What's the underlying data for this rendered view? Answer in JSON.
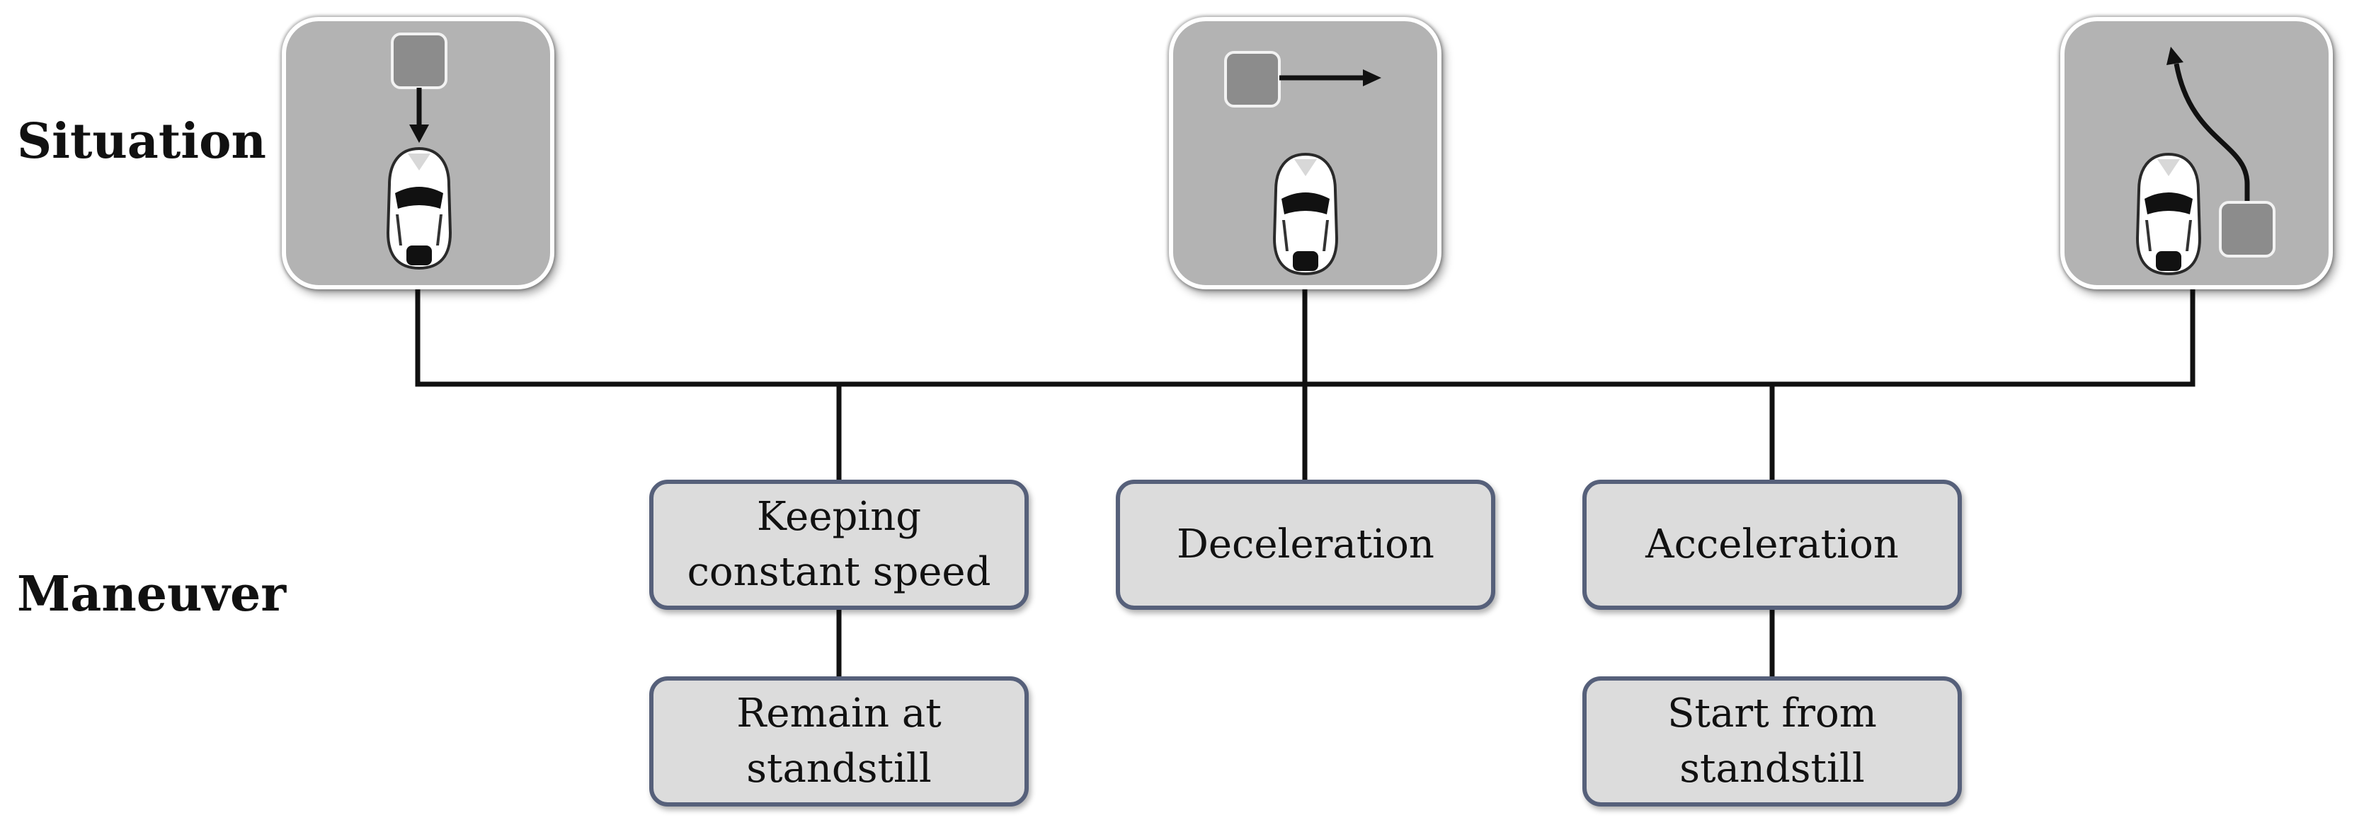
{
  "rows": {
    "situation": "Situation",
    "maneuver": "Maneuver"
  },
  "situations": [
    {
      "name": "obstacle-ahead-approaching"
    },
    {
      "name": "obstacle-crossing"
    },
    {
      "name": "obstacle-turning-away"
    }
  ],
  "maneuvers": {
    "keeping_line1": "Keeping",
    "keeping_line2": "constant speed",
    "deceleration": "Deceleration",
    "acceleration": "Acceleration",
    "remain_line1": "Remain at",
    "remain_line2": "standstill",
    "start_line1": "Start from",
    "start_line2": "standstill"
  },
  "colors": {
    "tile_fill": "#b3b3b3",
    "box_fill": "#dcdcdc",
    "box_border": "#56607a",
    "obstacle": "#8c8c8c",
    "line": "#111111"
  },
  "icons": [
    "car-icon",
    "obstacle-icon",
    "arrow-icon"
  ]
}
